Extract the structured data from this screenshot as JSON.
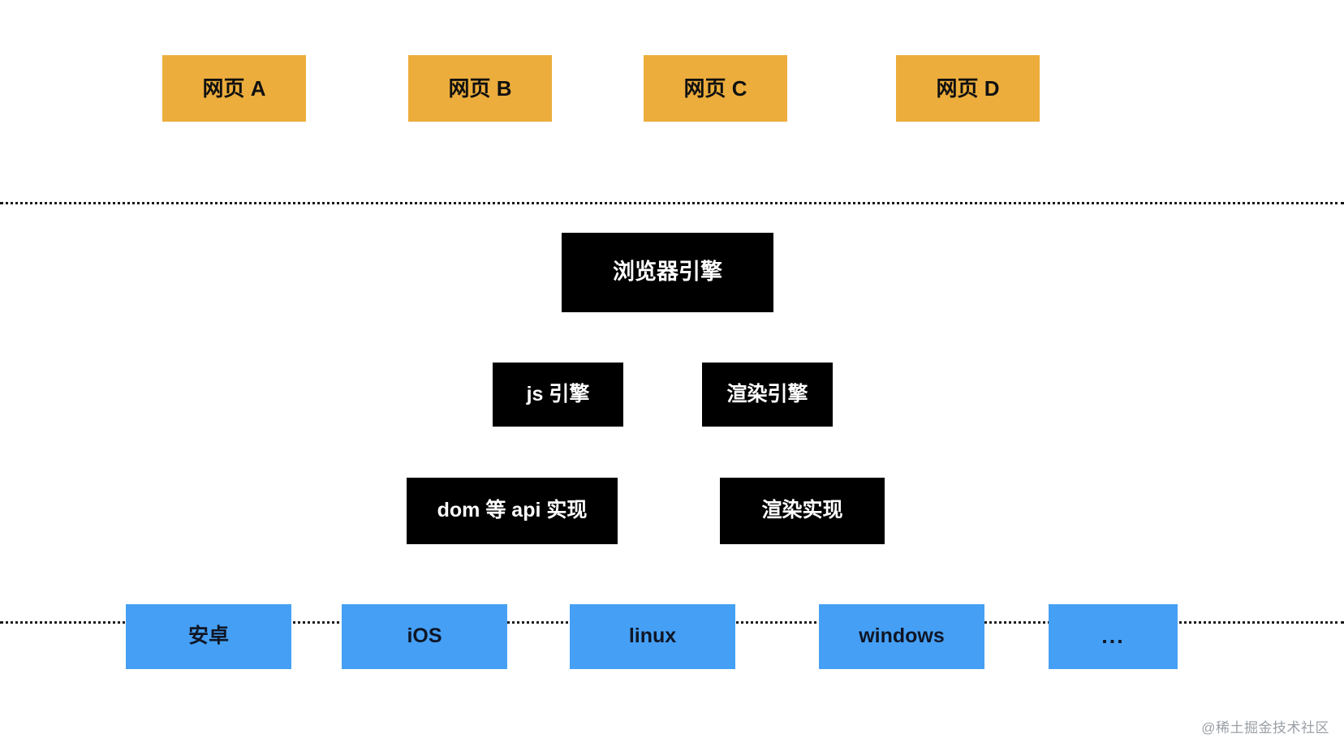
{
  "diagram": {
    "title": "browser-architecture-layers",
    "background_color": "#ffffff",
    "layers": [
      {
        "name": "web-pages",
        "color": "#ecad3c",
        "boxes": [
          {
            "label": "网页 A"
          },
          {
            "label": "网页 B"
          },
          {
            "label": "网页 C"
          },
          {
            "label": "网页 D"
          }
        ]
      },
      {
        "name": "browser-engine",
        "color": "#000000",
        "boxes": [
          {
            "label": "浏览器引擎"
          },
          {
            "label": "js 引擎"
          },
          {
            "label": "渲染引擎"
          },
          {
            "label": "dom 等 api 实现"
          },
          {
            "label": "渲染实现"
          }
        ]
      },
      {
        "name": "operating-systems",
        "color": "#45a0f5",
        "boxes": [
          {
            "label": "安卓"
          },
          {
            "label": "iOS"
          },
          {
            "label": "linux"
          },
          {
            "label": "windows"
          },
          {
            "label": "..."
          }
        ]
      }
    ],
    "dividers": [
      {
        "name": "divider-pages-engine"
      },
      {
        "name": "divider-engine-os"
      }
    ],
    "watermark": "@稀土掘金技术社区"
  }
}
